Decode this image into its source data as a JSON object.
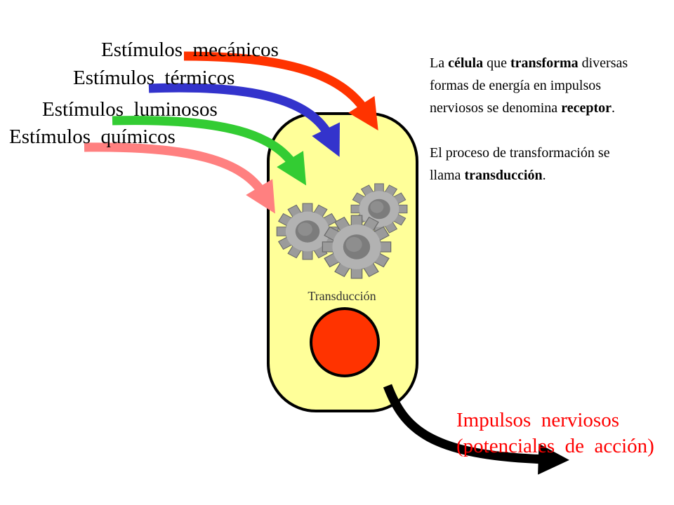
{
  "stimuli": [
    {
      "label": "Estímulos  mecánicos",
      "color": "#ff3300"
    },
    {
      "label": "Estímulos  térmicos",
      "color": "#3333cc"
    },
    {
      "label": "Estímulos  luminosos",
      "color": "#33cc33"
    },
    {
      "label": "Estímulos  químicos",
      "color": "#ff8080"
    }
  ],
  "cell": {
    "label": "Transducción",
    "fill_color": "#ffff99",
    "nucleus_color": "#ff3300",
    "gear_color": "#999999"
  },
  "output": {
    "line1": "Impulsos  nerviosos",
    "line2": "(potenciales  de  acción)",
    "arrow_color": "#000000",
    "text_color": "#ff0000"
  },
  "description": {
    "p1": {
      "t1": "La ",
      "b1": "célula",
      "t2": " que ",
      "b2": "transforma",
      "t3": " diversas formas de energía en impulsos nerviosos se denomina ",
      "b3": "receptor",
      "t4": "."
    },
    "p2": {
      "t1": "El proceso de transformación se llama ",
      "b1": "transducción",
      "t2": "."
    }
  }
}
